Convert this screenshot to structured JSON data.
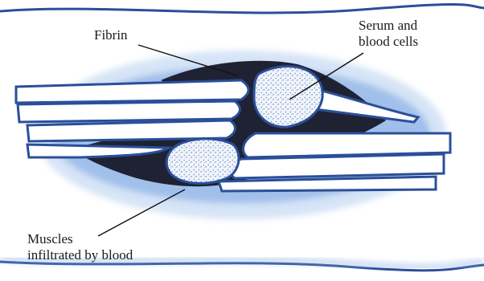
{
  "labels": {
    "fibrin": "Fibrin",
    "serum_line1": "Serum and",
    "serum_line2": "blood cells",
    "muscles_line1": "Muscles",
    "muscles_line2": "infiltrated by blood"
  },
  "colors": {
    "outline": "#2a4f9a",
    "halo": "#8fb3e6",
    "halo_light": "#c5d9f3",
    "clot": "#1f2233",
    "cell_fill": "#f2f5fb",
    "cell_speckle": "#6e8fc8",
    "leader": "#111111"
  }
}
